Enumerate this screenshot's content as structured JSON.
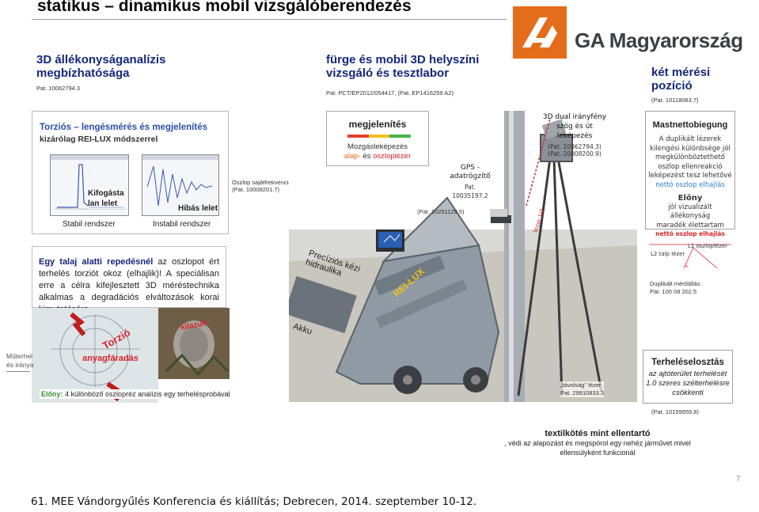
{
  "title": "statikus – dinamikus mobil vizsgálóberendezés",
  "logo": {
    "brand": "GA Magyarország"
  },
  "headings": {
    "h1_line1": "3D állékonyságanalízis",
    "h1_line2": "megbízhatósága",
    "h1_pat": "Pat. 10062794.3",
    "h2_line1": "fürge és mobil 3D helyszíni",
    "h2_line2": "vizsgáló és tesztlabor",
    "h2_pat": "Pat. PCT/EP2012/054417,   (Pat. EP1416259 A2)",
    "h3_line1": "két mérési",
    "h3_line2": "pozíció",
    "h3_pat": "(Pat. 10118083.7)"
  },
  "torsion_box": {
    "title": "Torziós – lengésmérés és megjelenítés",
    "subtitle": "kizárólag REI-LUX módszerrel",
    "good_label_1": "Kifogásta",
    "good_label_2": "lan lelet",
    "bad_label": "Hibás lelet",
    "stable": "Stabil rendszer",
    "unstable": "Instabil rendszer"
  },
  "oszlop": {
    "line1": "Oszlop sajátfrekvencia",
    "line2": "(Pat. 10008201.7)"
  },
  "display_box": {
    "title": "megjelenítés",
    "line1": "Mozgásleképezés",
    "line2a": "alap-",
    "line2b": " és ",
    "line2c": "oszloplézer"
  },
  "pat_10251129": "(Pat. 10251129.5)",
  "gps": {
    "line1": "GPS -",
    "line2": "adatrögzítő",
    "pat": "Pat. 10035197.2"
  },
  "dual": {
    "line1": "3D dual irányfény",
    "line2": "szög és út",
    "line3": "leképezés",
    "pat1": "(Pat. 10062794.3)",
    "pat2": "(Pat. 10008200.9)"
  },
  "mast_box": {
    "title": "Mastnettobiegung",
    "l1": "A duplikált lézerek",
    "l2": "kilengési különbsége  jól",
    "l3": "megkülönböztethető",
    "l4": "oszlop ellenreakció",
    "l5": "leképezést tesz lehetővé",
    "l6": "nettó oszlop elhajlás",
    "adv": "Előny",
    "adv1": "jól vizualizált állékonyság",
    "adv2": "maradék élettartam"
  },
  "diagram": {
    "title": "nettó oszlop elhajlás",
    "l1": "L1 oszloplézer",
    "l2": "L2 talp lézer",
    "dup": "Duplikált mérőállás",
    "pat": "Pat. 100 08 202.5"
  },
  "crack_box": {
    "part1": "Egy talaj alatti repedésnél",
    "part2": " az oszlopot ért terhelés torziót okoz (elhajlik)! ",
    "part3": "A speciálisan erre a célra kifejlesztett 3D méréstechnika alkalmas a degradációs elváltozások korai kimutatására."
  },
  "photo_labels": {
    "precise": "Precíziós kézi",
    "hydraulic": "hidraulika",
    "akku": "Akku",
    "reilux": "REI-LUX",
    "lezer": "lézer 1/2"
  },
  "torsion_photo": {
    "torzio": "Torzió",
    "anyag": "anyagfáradás",
    "kilazult": "kilazult"
  },
  "side": {
    "muterhel": "Műterhel",
    "irany": "és iránya"
  },
  "advantage": {
    "bold": "Előny:",
    "rest": " 4 különböző oszlopréz analízis egy terhelésprobával"
  },
  "tavolsag": {
    "line1": "„távolság\" lézer",
    "pat": "Pat. 29910833.3"
  },
  "load_box": {
    "title": "Terheléselosztás",
    "l1": "az ajtóterület terhelését",
    "l2": "1.0 szeres szélterhelésre",
    "l3": "csökkenti"
  },
  "pat_10159955": "(Pat. 10159955.8)",
  "textile": {
    "title": "textilkötés mint ellentartó",
    "l1": ", védi az alapozást és megspórol egy nehéz járművet mivel",
    "l2": "ellensúlyként funkcionál"
  },
  "page_number": "7",
  "footer": "61. MEE Vándorgyűlés Konferencia és kiállítás; Debrecen, 2014. szeptember 10-12.",
  "colors": {
    "blue": "#14287a",
    "red": "#d8232a",
    "orange": "#e46d1b",
    "green": "#3a8e2a"
  }
}
